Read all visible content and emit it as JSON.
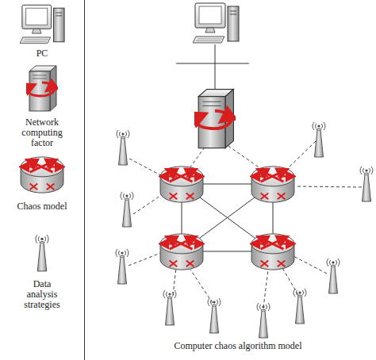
{
  "diagram": {
    "caption": "Computer chaos algorithm model",
    "legend": [
      {
        "text": "PC"
      },
      {
        "text": "Network computing factor"
      },
      {
        "text": "Chaos model"
      },
      {
        "text": "Data analysis strategies"
      }
    ]
  }
}
